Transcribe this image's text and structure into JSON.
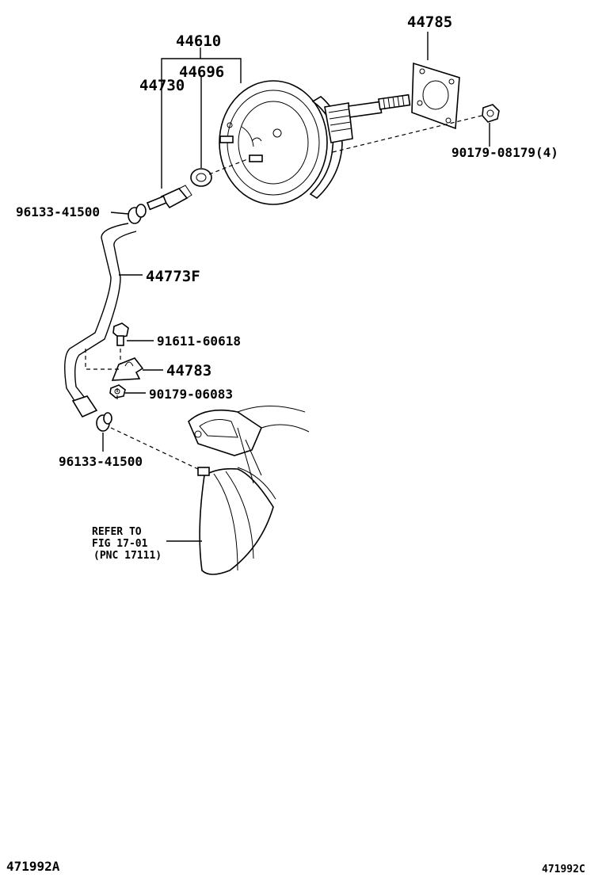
{
  "diagram": {
    "parts": {
      "p44785": "44785",
      "p44610": "44610",
      "p44696": "44696",
      "p44730": "44730",
      "p90179_08179": "90179-08179(4)",
      "p96133_41500_top": "96133-41500",
      "p44773f": "44773F",
      "p91611_60618": "91611-60618",
      "p44783": "44783",
      "p90179_06083": "90179-06083",
      "p96133_41500_bottom": "96133-41500"
    },
    "reference": {
      "line1": "REFER TO",
      "line2": "FIG 17-01",
      "line3": "(PNC 17111)"
    },
    "footer": {
      "left_code": "471992A",
      "right_code": "471992C"
    }
  }
}
